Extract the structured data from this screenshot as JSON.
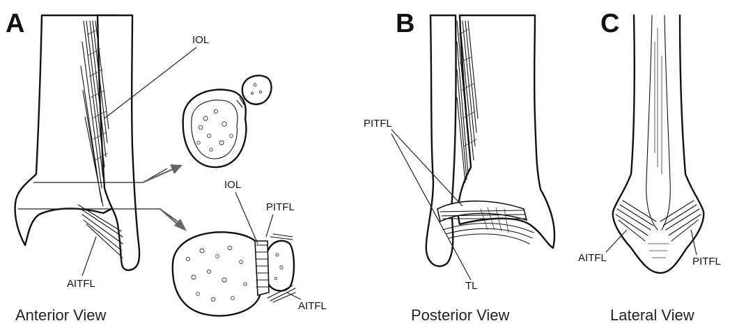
{
  "panels": [
    {
      "letter": "A",
      "caption": "Anterior View"
    },
    {
      "letter": "B",
      "caption": "Posterior View"
    },
    {
      "letter": "C",
      "caption": "Lateral View"
    }
  ],
  "labels": {
    "a_iol": "IOL",
    "a_aitfl": "AITFL",
    "section_iol": "IOL",
    "section_pitfl": "PITFL",
    "section_aitfl": "AITFL",
    "b_pitfl": "PITFL",
    "b_tl": "TL",
    "c_aitfl": "AITFL",
    "c_pitfl": "PITFL"
  },
  "icons": [
    "tibia-fibula-anterior-drawing",
    "cross-section-drawing",
    "tibia-fibula-posterior-drawing",
    "tibia-fibula-lateral-drawing",
    "arrow-icon"
  ],
  "colors": {
    "ink": "#111111",
    "arrow": "#666666",
    "background": "#ffffff"
  }
}
